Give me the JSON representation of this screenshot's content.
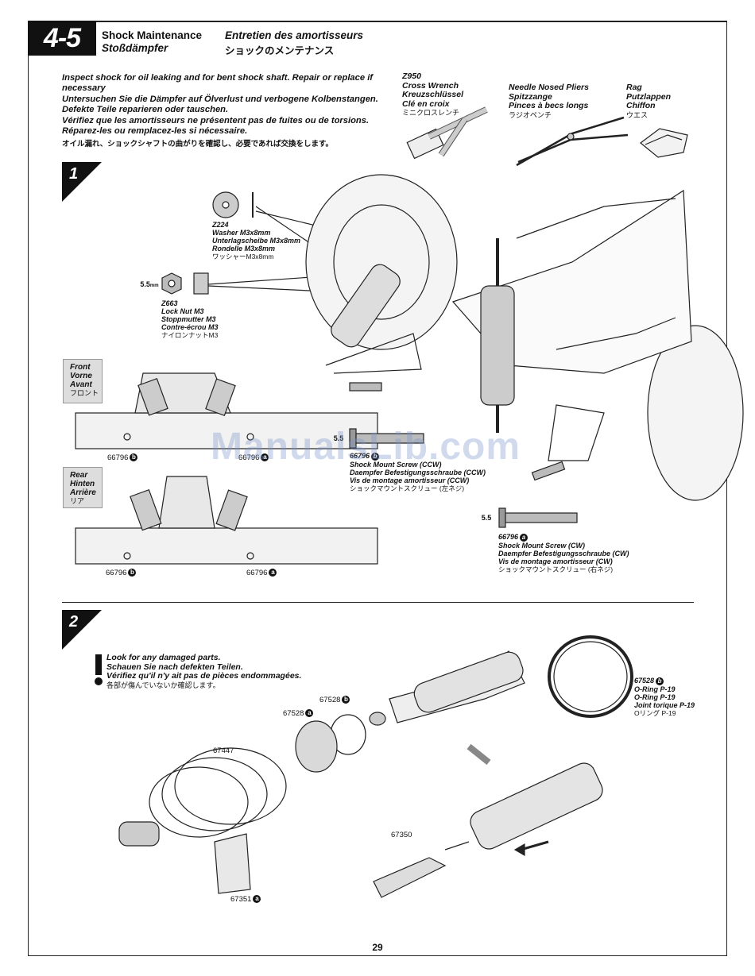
{
  "header": {
    "section_number": "4-5",
    "title_en": "Shock Maintenance",
    "title_de": "Stoßdämpfer",
    "title_fr": "Entretien des amortisseurs",
    "title_jp": "ショックのメンテナンス"
  },
  "intro": {
    "en": "Inspect shock for oil leaking and for bent shock shaft. Repair or replace if necessary",
    "de": "Untersuchen Sie die Dämpfer auf Ölverlust und verbogene Kolbenstangen. Defekte Teile reparieren oder tauschen.",
    "fr": "Vérifiez que les amortisseurs ne présentent pas de fuites ou de torsions. Réparez-les ou remplacez-les si nécessaire.",
    "jp": "オイル漏れ、ショックシャフトの曲がりを確認し、必要であれば交換をします。"
  },
  "tools": [
    {
      "code": "Z950",
      "en": "Cross Wrench",
      "de": "Kreuzschlüssel",
      "fr": "Clé en croix",
      "jp": "ミニクロスレンチ"
    },
    {
      "code": "",
      "en": "Needle Nosed Pliers",
      "de": "Spitzzange",
      "fr": "Pinces à becs longs",
      "jp": "ラジオペンチ"
    },
    {
      "code": "",
      "en": "Rag",
      "de": "Putzlappen",
      "fr": "Chiffon",
      "jp": "ウエス"
    }
  ],
  "step1": {
    "number": "1",
    "washer": {
      "code": "Z224",
      "en": "Washer M3x8mm",
      "de": "Unterlagscheibe M3x8mm",
      "fr": "Rondelle M3x8mm",
      "jp": "ワッシャーM3x8mm"
    },
    "locknut": {
      "code": "Z663",
      "en": "Lock Nut M3",
      "de": "Stoppmutter M3",
      "fr": "Contre-écrou M3",
      "jp": "ナイロンナットM3",
      "size": "5.5",
      "unit": "mm"
    },
    "screw_ccw": {
      "code": "66796",
      "mark": "b",
      "en": "Shock Mount Screw (CCW)",
      "de": "Daempfer Befestigungsschraube (CCW)",
      "fr": "Vis de montage amortisseur (CCW)",
      "jp": "ショックマウントスクリュー (左ネジ)",
      "size": "5.5",
      "unit": "mm"
    },
    "screw_cw": {
      "code": "66796",
      "mark": "a",
      "en": "Shock Mount Screw (CW)",
      "de": "Daempfer Befestigungsschraube (CW)",
      "fr": "Vis de montage amortisseur (CW)",
      "jp": "ショックマウントスクリュー (右ネジ)",
      "size": "5.5",
      "unit": "mm"
    },
    "front": {
      "en": "Front",
      "de": "Vorne",
      "fr": "Avant",
      "jp": "フロント",
      "left_code": "66796",
      "left_mark": "b",
      "right_code": "66796",
      "right_mark": "a"
    },
    "rear": {
      "en": "Rear",
      "de": "Hinten",
      "fr": "Arrière",
      "jp": "リア",
      "left_code": "66796",
      "left_mark": "b",
      "right_code": "66796",
      "right_mark": "a"
    }
  },
  "step2": {
    "number": "2",
    "warning": {
      "en": "Look for any damaged parts.",
      "de": "Schauen Sie nach defekten Teilen.",
      "fr": "Vérifiez qu'il n'y ait pas de pièces endommagées.",
      "jp": "各部が傷んでいないか確認します。"
    },
    "oring": {
      "code": "67528",
      "mark": "b",
      "en": "O-Ring P-19",
      "de": "O-Ring P-19",
      "fr": "Joint torique P-19",
      "jp": "Oリング P-19"
    },
    "labels": {
      "p67528b": "67528",
      "p67528a": "67528",
      "p67447": "67447",
      "p67350": "67350",
      "p67351": "67351",
      "mark_a": "a",
      "mark_b": "b"
    }
  },
  "page_number": "29",
  "watermark": "ManualsLib.com"
}
